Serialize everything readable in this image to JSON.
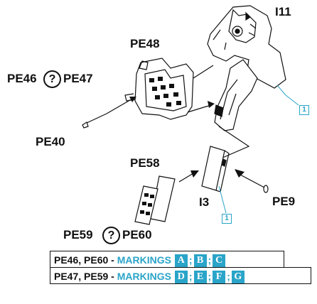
{
  "labels": {
    "i11": "I11",
    "pe48": "PE48",
    "pe46": "PE46",
    "pe47": "PE47",
    "pe40": "PE40",
    "pe58": "PE58",
    "i3": "I3",
    "pe9": "PE9",
    "pe59": "PE59",
    "pe60": "PE60",
    "question": "?"
  },
  "callouts": {
    "upper": "1",
    "lower": "1"
  },
  "legend": {
    "row1": {
      "parts": "PE46, PE60 -",
      "markings": "MARKINGS",
      "letters": [
        "A",
        "B",
        "C"
      ],
      "separator": ";"
    },
    "row2": {
      "parts": "PE47, PE59 -",
      "markings": "MARKINGS",
      "letters": [
        "D",
        "E",
        "F",
        "G"
      ],
      "separator": ";"
    }
  },
  "colors": {
    "accent": "#2aa4c8",
    "ink": "#111111"
  }
}
